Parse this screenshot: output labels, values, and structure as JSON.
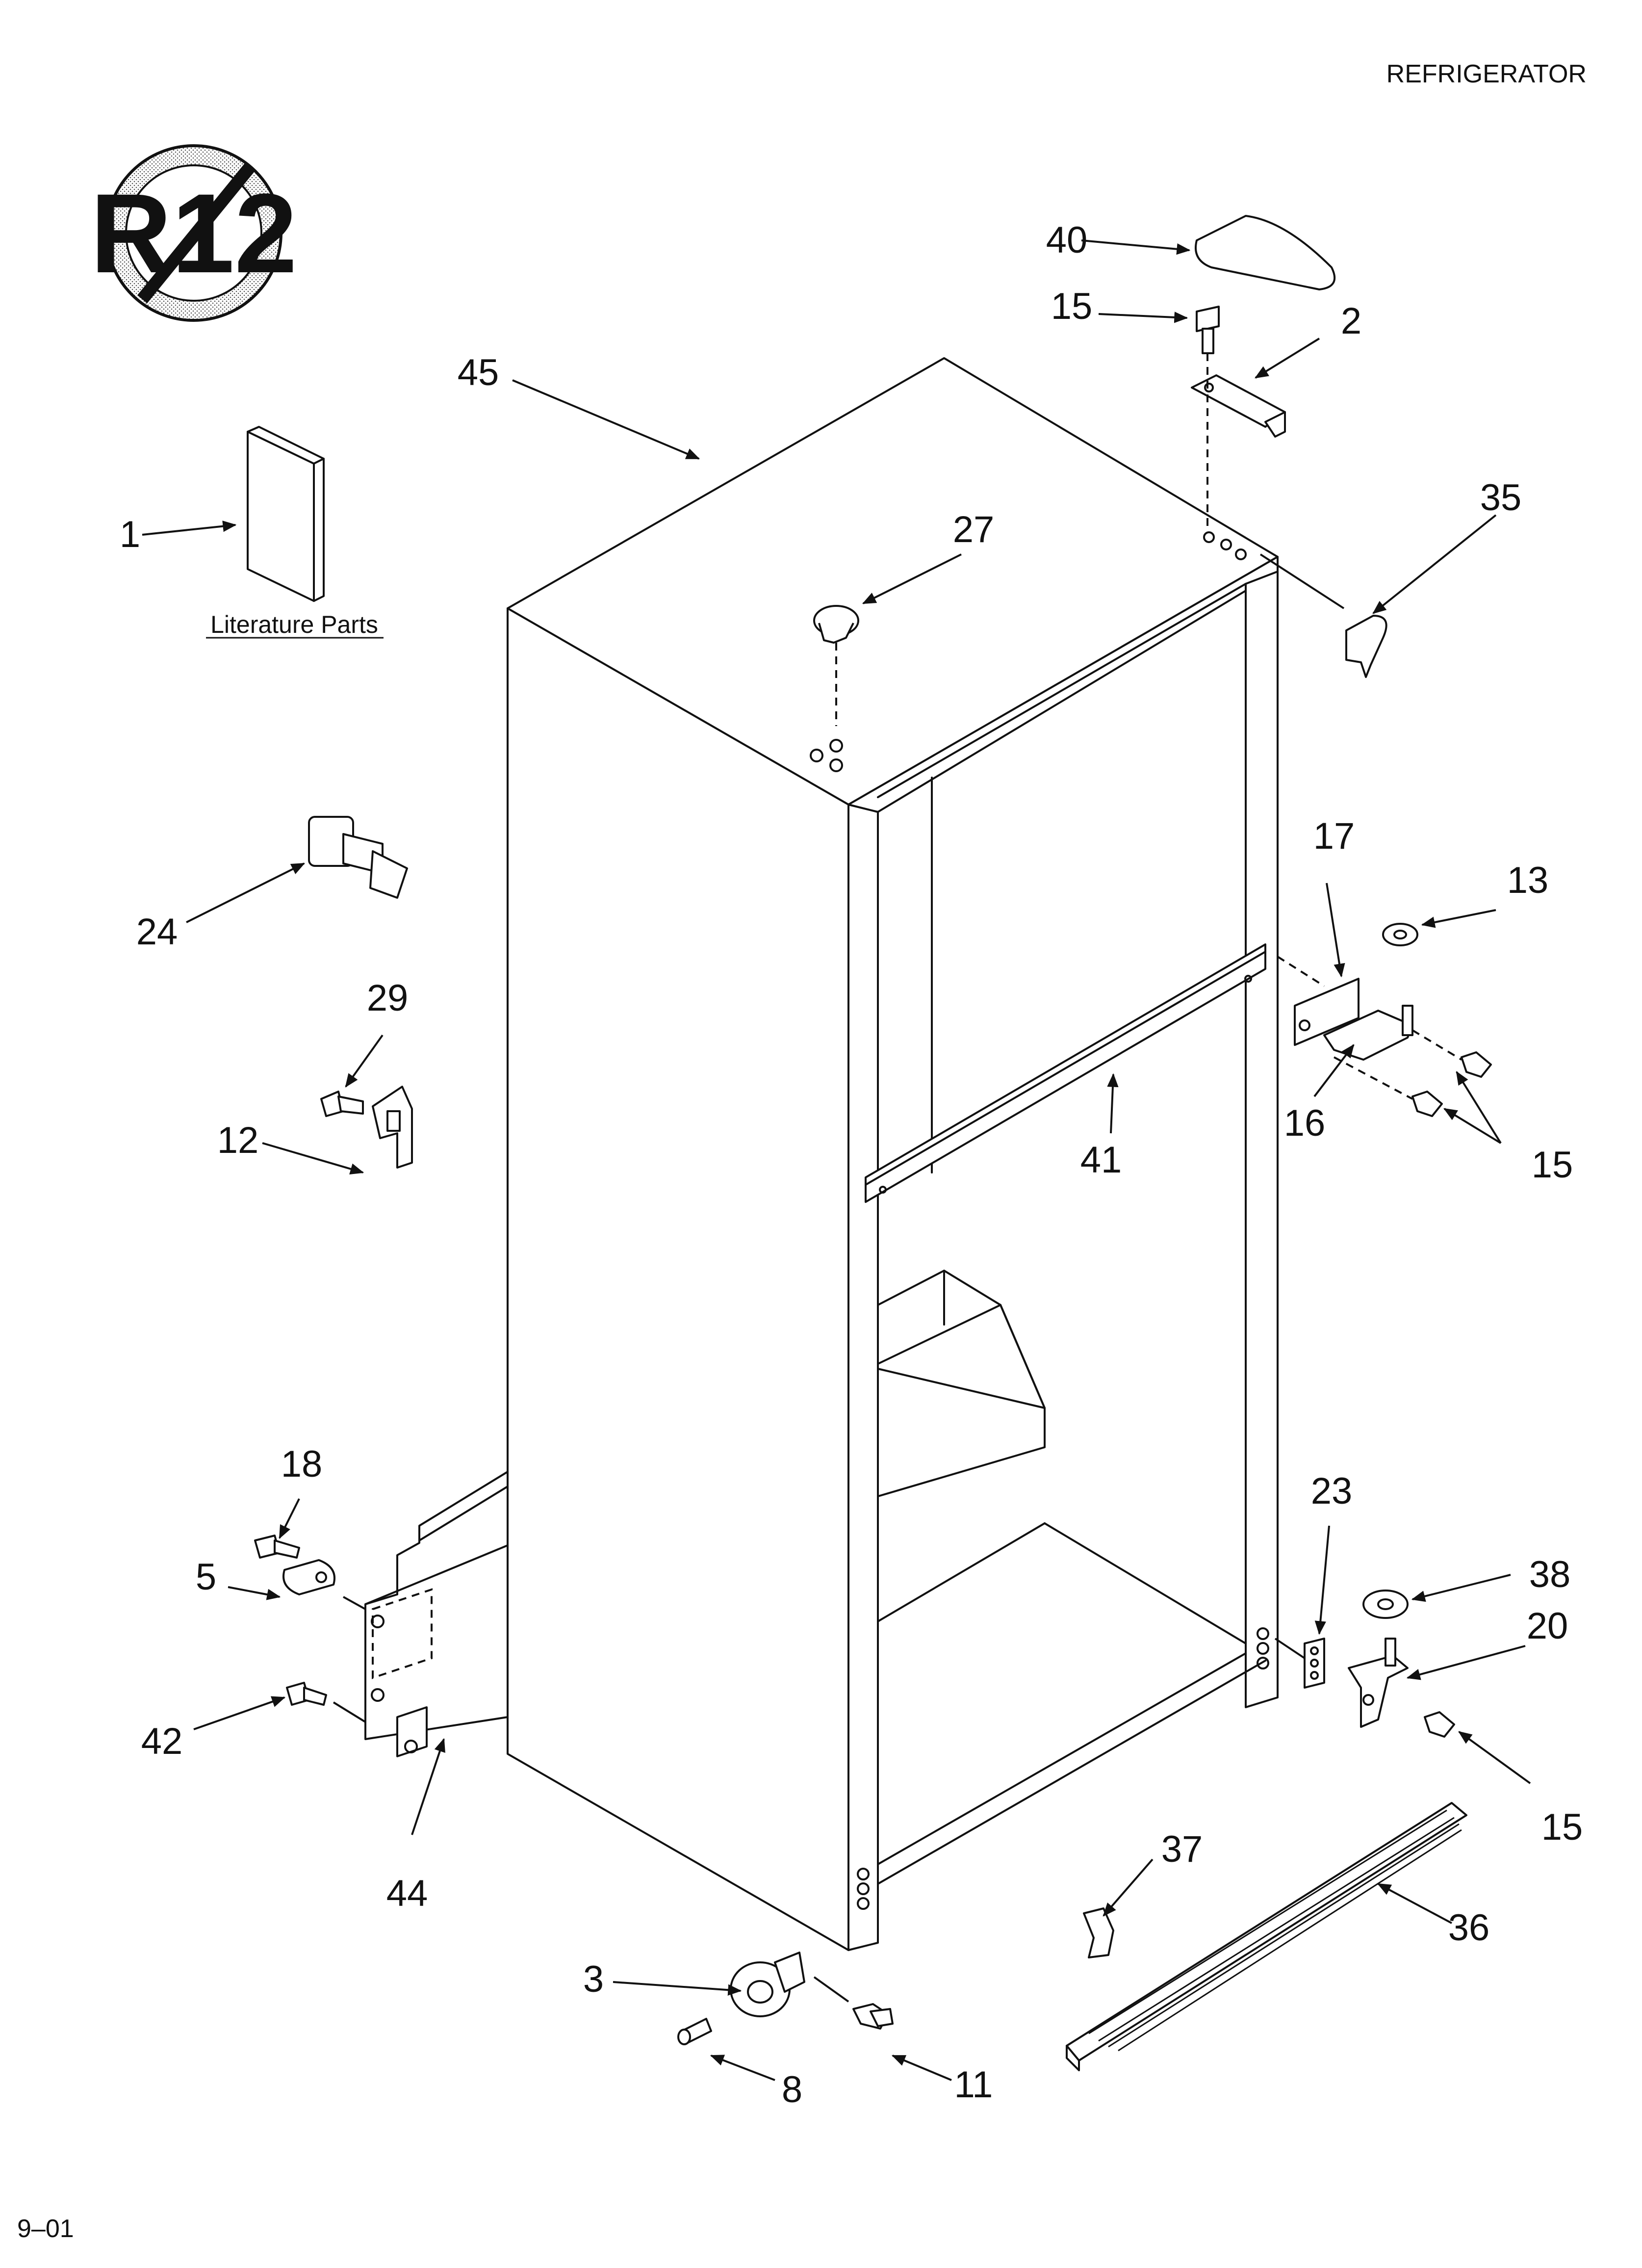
{
  "header": {
    "title": "REFRIGERATOR"
  },
  "footer": {
    "date_code": "9–01"
  },
  "badge": {
    "text": "R12",
    "icon": "no-r12-icon"
  },
  "literature": {
    "label": "Literature Parts"
  },
  "callouts": {
    "c1": "1",
    "c2": "2",
    "c3": "3",
    "c5": "5",
    "c8": "8",
    "c11": "11",
    "c12": "12",
    "c13": "13",
    "c15a": "15",
    "c15b": "15",
    "c15c": "15",
    "c16": "16",
    "c17": "17",
    "c18": "18",
    "c20": "20",
    "c23": "23",
    "c24": "24",
    "c27": "27",
    "c29": "29",
    "c35": "35",
    "c36": "36",
    "c37": "37",
    "c38": "38",
    "c40": "40",
    "c41": "41",
    "c42": "42",
    "c44": "44",
    "c45": "45"
  }
}
